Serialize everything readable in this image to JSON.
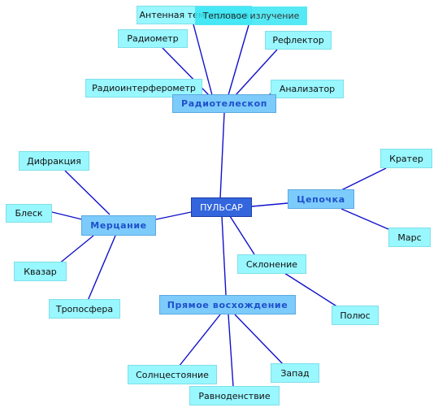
{
  "center": "ПУЛЬСАР",
  "hubs": {
    "radiotelescope": "Радиотелескоп",
    "chain": "Цепочка",
    "scintillation": "Мерцание",
    "right_ascension": "Прямое восхождение"
  },
  "leaves": {
    "antenna": "Антенная температура",
    "thermal": "Тепловое излучение",
    "radiometer": "Радиометр",
    "reflector": "Рефлектор",
    "interferometer": "Радиоинтерферометр",
    "analyzer": "Анализатор",
    "crater": "Кратер",
    "mars": "Марс",
    "diffraction": "Дифракция",
    "glare": "Блеск",
    "quasar": "Квазар",
    "troposphere": "Тропосфера",
    "declination": "Склонение",
    "pole": "Полюс",
    "solstice": "Солнцестояние",
    "west": "Запад",
    "equinox": "Равноденствие"
  },
  "colors": {
    "line": "#1111cc",
    "leaf_fill": "#99f7ff",
    "hub_fill": "#7dcbfb",
    "hub_text": "#1e50cc",
    "center_fill": "#3366dd"
  }
}
